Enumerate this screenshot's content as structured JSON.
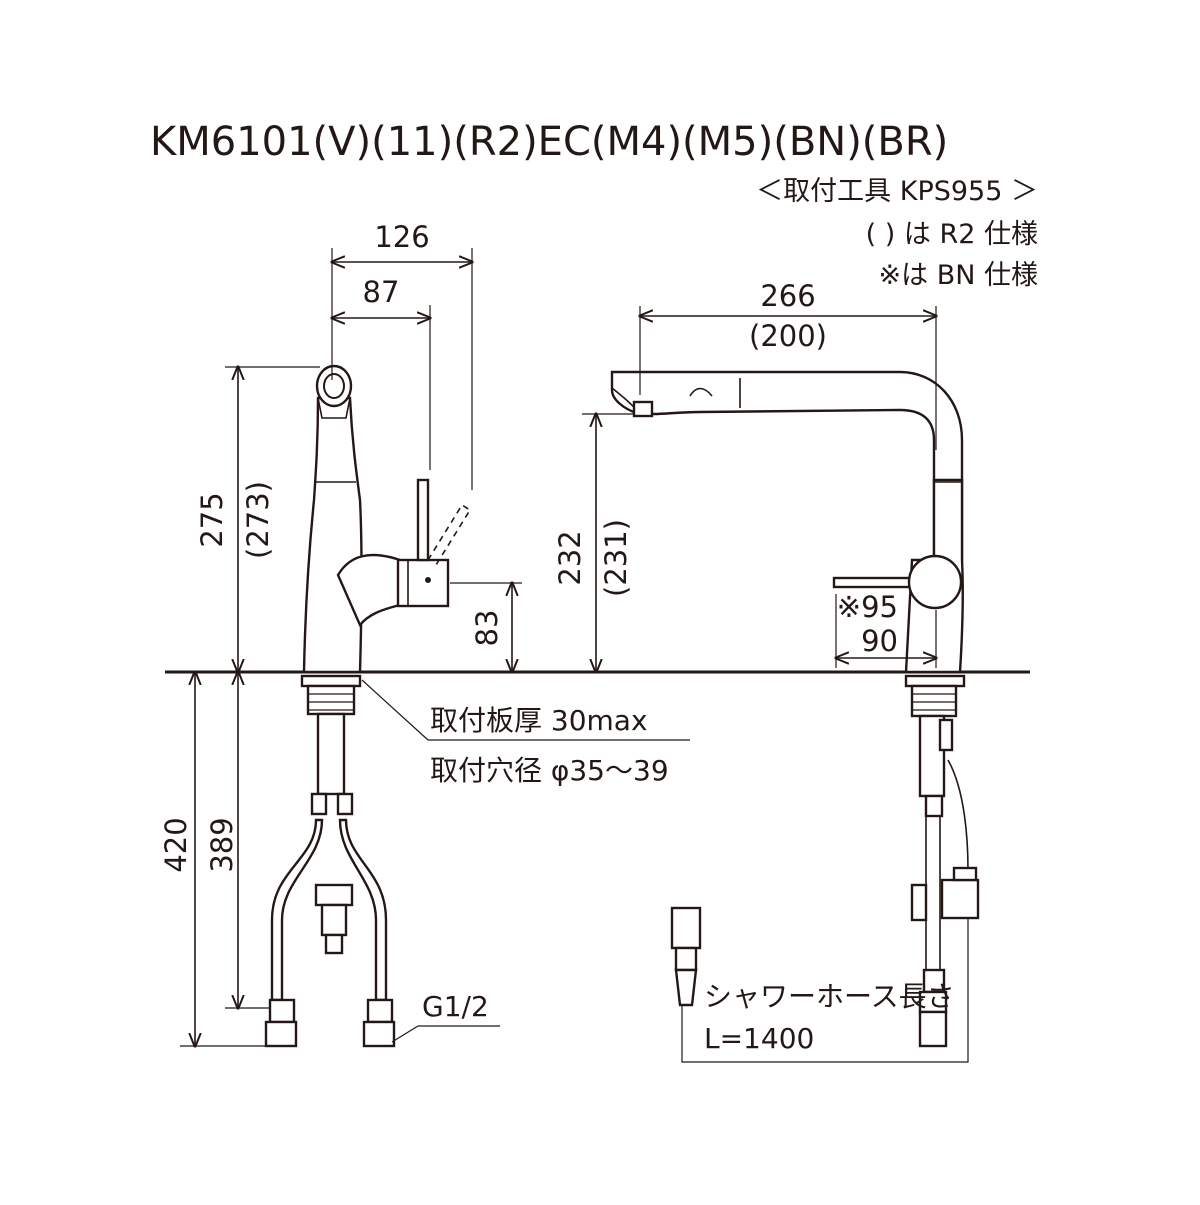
{
  "title": "KM6101(V)(11)(R2)EC(M4)(M5)(BN)(BR)",
  "notes": {
    "mounting_tool": "＜取付工具 KPS955 ＞",
    "paren_note": "(  ) は R2 仕様",
    "asterisk_note": "※は BN 仕様"
  },
  "front_view": {
    "dim_width_total": "126",
    "dim_width_lever": "87",
    "dim_height": "275",
    "dim_height_alt": "(273)",
    "dim_lever_height": "83",
    "dim_below_total": "420",
    "dim_below_hose": "389"
  },
  "side_view": {
    "dim_reach": "266",
    "dim_reach_alt": "(200)",
    "dim_spout_height": "232",
    "dim_spout_height_alt": "(231)",
    "dim_lever_len_bn": "※95",
    "dim_lever_len": "90"
  },
  "callouts": {
    "plate_thickness": "取付板厚 30max",
    "hole_diameter": "取付穴径 φ35～39",
    "thread": "G1/2",
    "shower_hose": "シャワーホース長さ",
    "hose_length": "L=1400"
  }
}
